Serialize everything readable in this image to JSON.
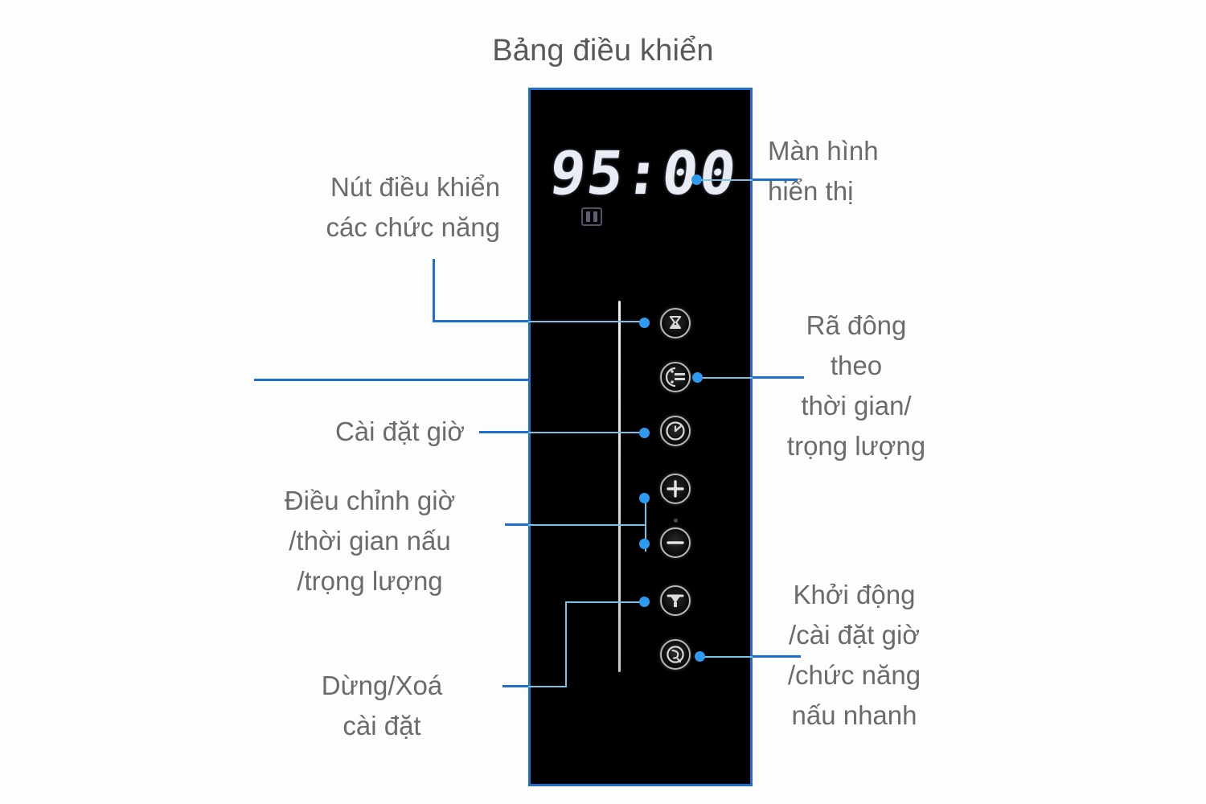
{
  "title": "Bảng điều khiển",
  "display": {
    "time": "95:00",
    "indicator_icon": "clock-indicator-icon"
  },
  "colors": {
    "panel_background": "#000000",
    "panel_border": "#1f6fd0",
    "leader_outer": "#1f6fd0",
    "leader_inner": "#74c4e6",
    "dot": "#2e9bf0",
    "label_text": "#6a6b6d",
    "lcd_text": "#e9ecf5",
    "rail": "#dcdcdc"
  },
  "labels": {
    "function_control": "Nút điều khiển\ncác chức năng",
    "display_screen": "Màn hình\nhiển thị",
    "defrost": "Rã đông\ntheo\nthời gian/\ntrọng lượng",
    "set_clock": "Cài đặt giờ",
    "adjust_time": "Điều chỉnh giờ\n/thời gian nấu\n/trọng lượng",
    "stop_clear": "Dừng/Xoá\ncài đặt",
    "start_quick": "Khởi động\n/cài đặt giờ\n/chức năng\nnấu nhanh"
  },
  "buttons": [
    {
      "id": "function-control",
      "icon": "microwave-function-icon",
      "label_ref": "function_control"
    },
    {
      "id": "defrost",
      "icon": "defrost-icon",
      "label_ref": "defrost"
    },
    {
      "id": "set-clock",
      "icon": "clock-icon",
      "label_ref": "set_clock"
    },
    {
      "id": "increase",
      "icon": "plus-icon",
      "label_ref": "adjust_time"
    },
    {
      "id": "decrease",
      "icon": "minus-icon",
      "label_ref": "adjust_time"
    },
    {
      "id": "stop-clear",
      "icon": "stop-clear-icon",
      "label_ref": "stop_clear"
    },
    {
      "id": "start",
      "icon": "start-power-icon",
      "label_ref": "start_quick"
    }
  ]
}
